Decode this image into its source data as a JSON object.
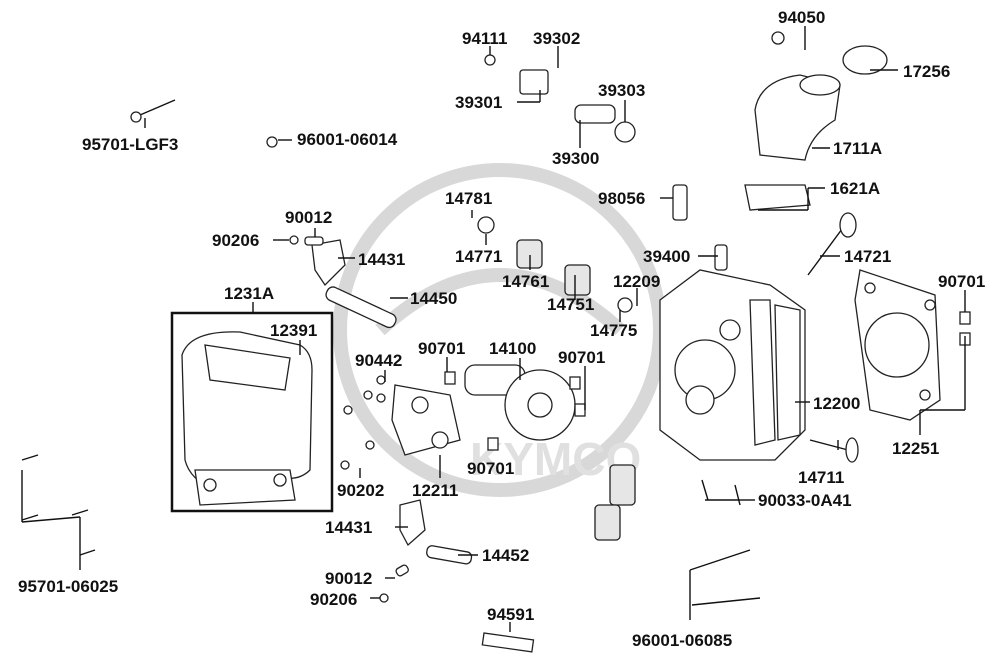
{
  "diagram": {
    "labels": {
      "l94111": "94111",
      "l39302": "39302",
      "l94050": "94050",
      "l17256": "17256",
      "l39301": "39301",
      "l39303": "39303",
      "l95701LGF3": "95701-LGF3",
      "l9600106014": "96001-06014",
      "l39300": "39300",
      "l1711A": "1711A",
      "l1621A": "1621A",
      "l14781": "14781",
      "l98056": "98056",
      "l90012a": "90012",
      "l90206a": "90206",
      "l14431a": "14431",
      "l14771": "14771",
      "l14761": "14761",
      "l39400": "39400",
      "l14721": "14721",
      "l14751": "14751",
      "l12209": "12209",
      "l1231A": "1231A",
      "l14450": "14450",
      "l14775": "14775",
      "l90701a": "90701",
      "l12391": "12391",
      "l90442": "90442",
      "l90701b": "90701",
      "l14100": "14100",
      "l90701c": "90701",
      "l12200": "12200",
      "l12251": "12251",
      "l90701d": "90701",
      "l14711": "14711",
      "l90202": "90202",
      "l12211": "12211",
      "l900330A41": "90033-0A41",
      "l14431b": "14431",
      "l14452": "14452",
      "l90012b": "90012",
      "l90206b": "90206",
      "l9570106025": "95701-06025",
      "l94591": "94591",
      "l9600106085": "96001-06085"
    },
    "watermark": "KYMCO"
  }
}
